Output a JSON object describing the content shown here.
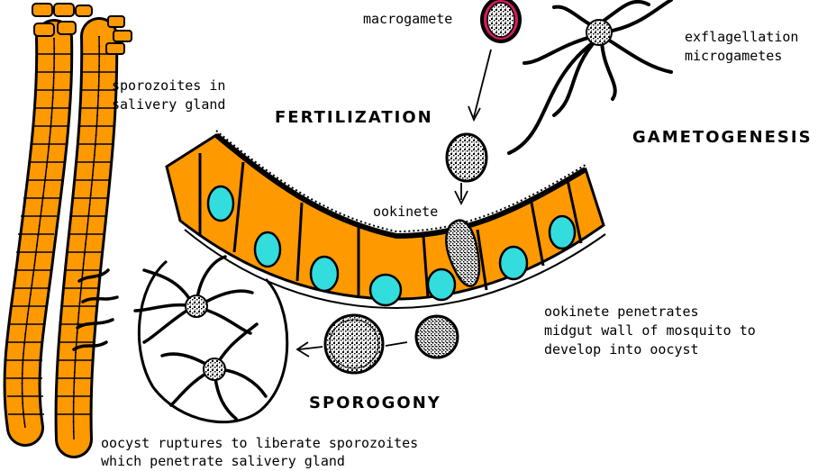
{
  "labels": {
    "macrogamete": "macrogamete",
    "exflagellation_line1": "exflagellation",
    "exflagellation_line2": "microgametes",
    "sporozoites_line1": "sporozoites in",
    "sporozoites_line2": "salivery gland",
    "ookinete": "ookinete",
    "penetrates_line1": "ookinete penetrates",
    "penetrates_line2": "midgut wall of mosquito to",
    "penetrates_line3": "develop into oocyst",
    "ruptures_line1": "oocyst ruptures to liberate sporozoites",
    "ruptures_line2": "which penetrate salivery gland"
  },
  "stages": {
    "fertilization": "FERTILIZATION",
    "gametogenesis": "GAMETOGENESIS",
    "sporogony": "SPOROGONY"
  },
  "colors": {
    "cell_fill": "#ff9900",
    "nucleus_fill": "#33dddd",
    "macrogamete_rim": "#d81b60",
    "outline": "#000000"
  }
}
